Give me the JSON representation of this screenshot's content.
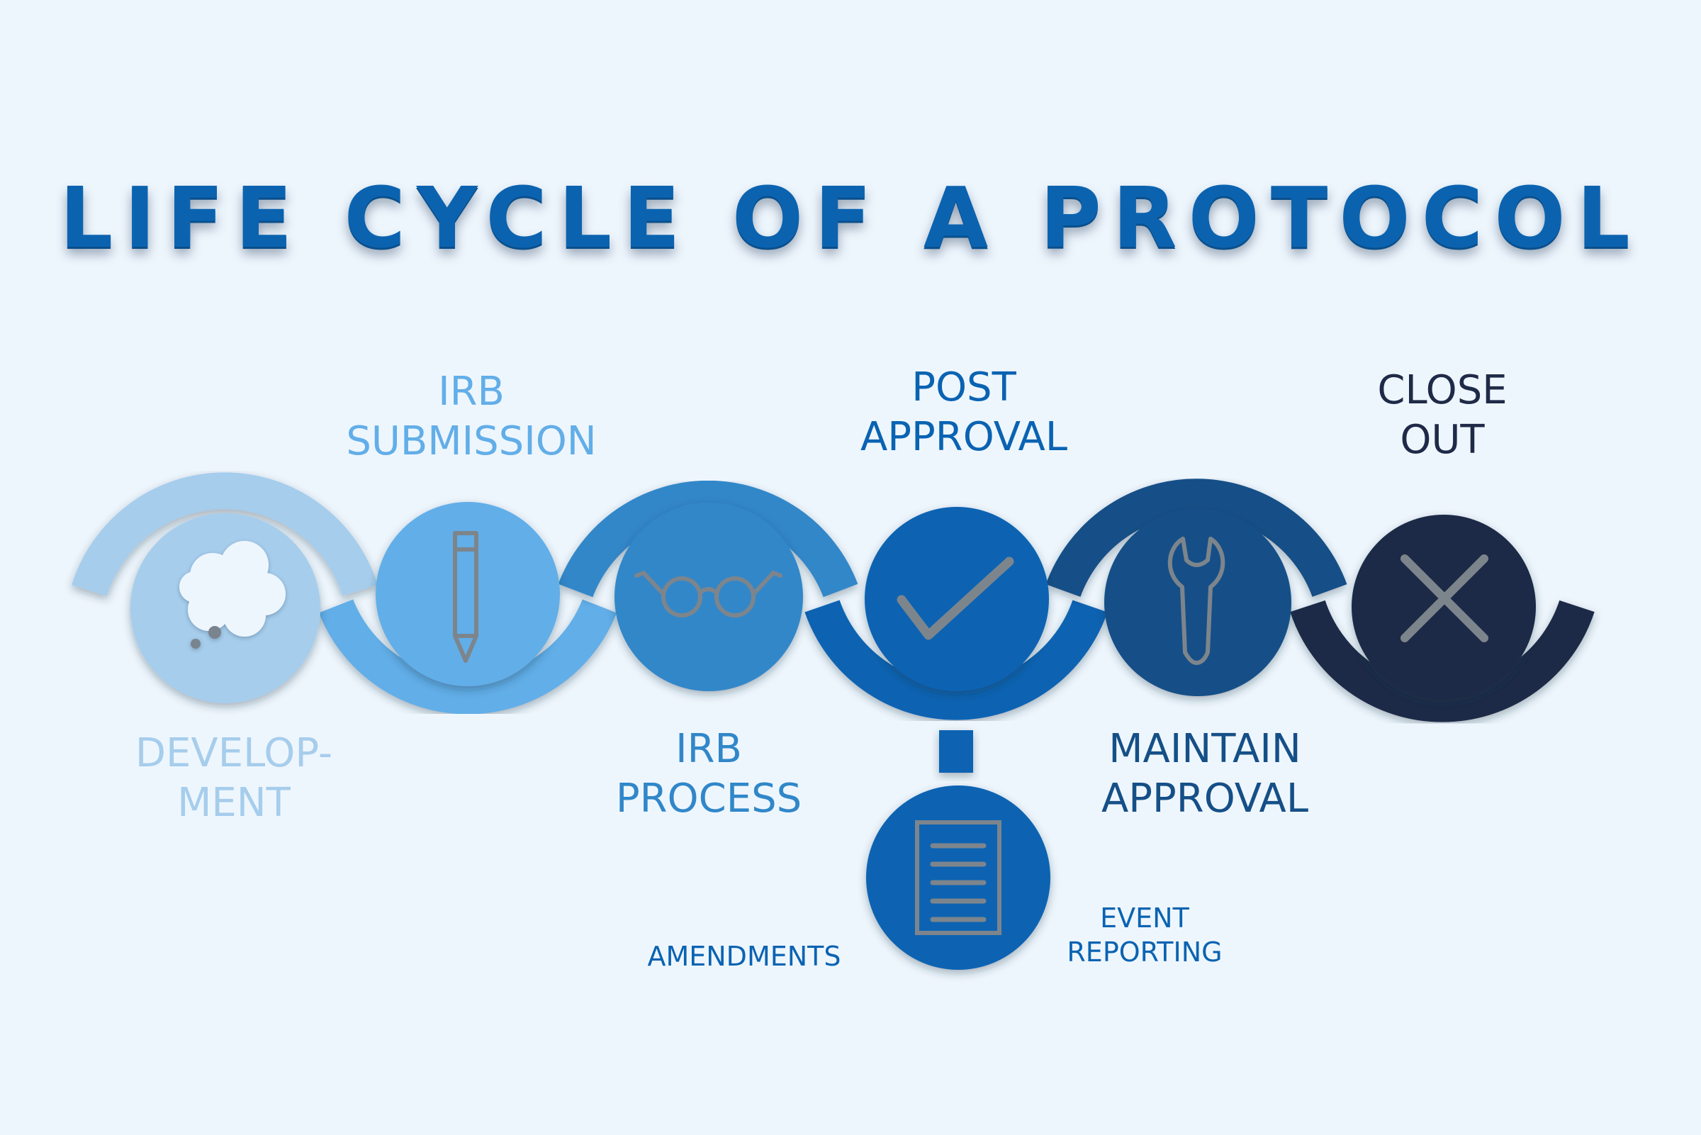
{
  "title": "LIFE CYCLE OF A PROTOCOL",
  "colors": {
    "background": "#eef6fd",
    "title": "#0b63b0",
    "development": "#a6cdec",
    "irb_submission": "#62aee8",
    "irb_process": "#3087c9",
    "post_approval": "#0a63b2",
    "maintain_approval": "#154f87",
    "close_out": "#1e2a47"
  },
  "stages": [
    {
      "key": "development",
      "lines": [
        "DEVELOP-",
        "MENT"
      ],
      "icon": "thought-bubble-icon"
    },
    {
      "key": "irb_submission",
      "lines": [
        "IRB",
        "SUBMISSION"
      ],
      "icon": "pencil-icon"
    },
    {
      "key": "irb_process",
      "lines": [
        "IRB",
        "PROCESS"
      ],
      "icon": "glasses-icon"
    },
    {
      "key": "post_approval",
      "lines": [
        "POST",
        "APPROVAL"
      ],
      "icon": "checkmark-icon"
    },
    {
      "key": "maintain_approval",
      "lines": [
        "MAINTAIN",
        "APPROVAL"
      ],
      "icon": "wrench-icon"
    },
    {
      "key": "close_out",
      "lines": [
        "CLOSE",
        "OUT"
      ],
      "icon": "x-mark-icon"
    }
  ],
  "sub_stage": {
    "icon": "document-icon",
    "left_label": "AMENDMENTS",
    "right_lines": [
      "EVENT",
      "REPORTING"
    ]
  }
}
